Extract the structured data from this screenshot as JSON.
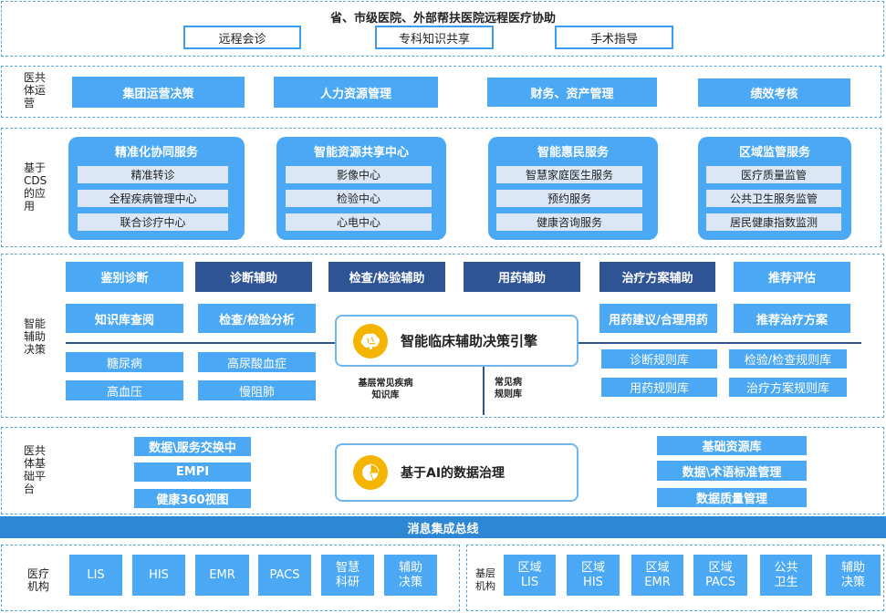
{
  "top": {
    "title": "省、市级医院、外部帮扶医院远程医疗协助",
    "buttons": [
      "远程会诊",
      "专科知识共享",
      "手术指导"
    ]
  },
  "ops": {
    "label": "医共\n体运\n营",
    "items": [
      "集团运营决策",
      "人力资源管理",
      "财务、资产管理",
      "绩效考核"
    ]
  },
  "cds": {
    "label": "基于\nCDS\n的应\n用",
    "groups": [
      {
        "title": "精准化协同服务",
        "items": [
          "精准转诊",
          "全程疾病管理中心",
          "联合诊疗中心"
        ]
      },
      {
        "title": "智能资源共享中心",
        "items": [
          "影像中心",
          "检验中心",
          "心电中心"
        ]
      },
      {
        "title": "智能惠民服务",
        "items": [
          "智慧家庭医生服务",
          "预约服务",
          "健康咨询服务"
        ]
      },
      {
        "title": "区域监管服务",
        "items": [
          "医疗质量监管",
          "公共卫生服务监管",
          "居民健康指数监测"
        ]
      }
    ]
  },
  "decision": {
    "label": "智能\n辅助\n决策",
    "row1": [
      "鉴别诊断",
      "诊断辅助",
      "检查/检验辅助",
      "用药辅助",
      "治疗方案辅助",
      "推荐评估"
    ],
    "row2_left": [
      "知识库查阅",
      "检查/检验分析"
    ],
    "row2_right": [
      "用药建议/合理用药",
      "推荐治疗方案"
    ],
    "engine": "智能临床辅助决策引擎",
    "diseases": [
      "糖尿病",
      "高尿酸血症",
      "高血压",
      "慢阻肺"
    ],
    "kb_left": "基层常见疾病\n知识库",
    "kb_right": "常见病\n规则库",
    "rules": [
      "诊断规则库",
      "检验/检查规则库",
      "用药规则库",
      "治疗方案规则库"
    ]
  },
  "platform": {
    "label": "医共\n体基\n础平\n台",
    "left": [
      "数据\\服务交换中",
      "EMPI",
      "健康360视图"
    ],
    "center": "基于AI的数据治理",
    "right": [
      "基础资源库",
      "数据\\术语标准管理",
      "数据质量管理"
    ]
  },
  "bus": "消息集成总线",
  "institutions": {
    "label": "医疗\n机构",
    "items": [
      "LIS",
      "HIS",
      "EMR",
      "PACS",
      "智慧\n科研",
      "辅助\n决策"
    ]
  },
  "grassroots": {
    "label": "基层\n机构",
    "items": [
      "区域\nLIS",
      "区域\nHIS",
      "区域\nEMR",
      "区域\nPACS",
      "公共\n卫生",
      "辅助\n决策"
    ]
  }
}
